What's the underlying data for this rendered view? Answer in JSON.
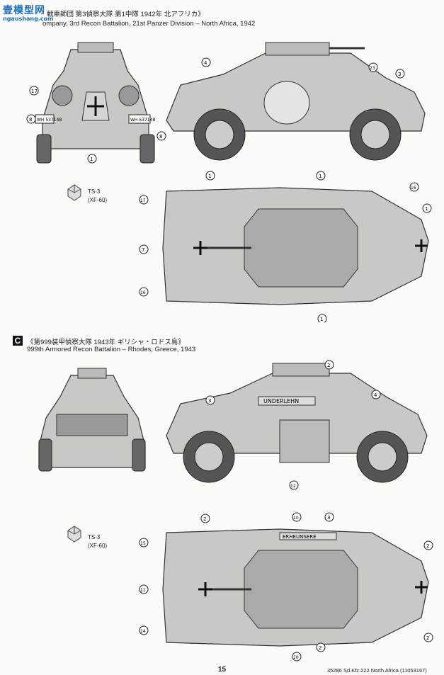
{
  "watermark": {
    "logo_text": "模型网",
    "logo_sub": "ngaushang.com",
    "logo_mark": "壹"
  },
  "sectionB": {
    "heading_jp": "戦車師団 第3偵察大隊 第1中隊 1942年 北アフリカ》",
    "heading_en": "ompany, 3rd Recon Battalion, 21st Panzer Division – North Africa, 1942",
    "paint_code": "TS-3",
    "paint_alt": "(XF-60)",
    "plates": [
      "WH 537148",
      "WH 537148"
    ],
    "callouts": [
      "17",
      "8",
      "1",
      "8",
      "4",
      "23",
      "3",
      "1",
      "1",
      "16",
      "1",
      "17",
      "7",
      "16",
      "1"
    ]
  },
  "sectionC": {
    "letter": "C",
    "heading_jp": "《第999装甲偵察大隊 1943年 ギリシャ・ロドス島》",
    "heading_en": "999th Armored Recon Battalion – Rhodes, Greece, 1943",
    "paint_code": "TS-3",
    "paint_alt": "(XF-60)",
    "callouts": [
      "2",
      "3",
      "4",
      "12",
      "2",
      "10",
      "3",
      "15",
      "11",
      "14",
      "2",
      "2",
      "10",
      "2"
    ],
    "side_script": "UNDERLEHN",
    "top_script": "ERHEUNSERE"
  },
  "footer": {
    "page_number": "15",
    "product": "35286 Sd.Kfz.222 North Africa (11053167)"
  }
}
